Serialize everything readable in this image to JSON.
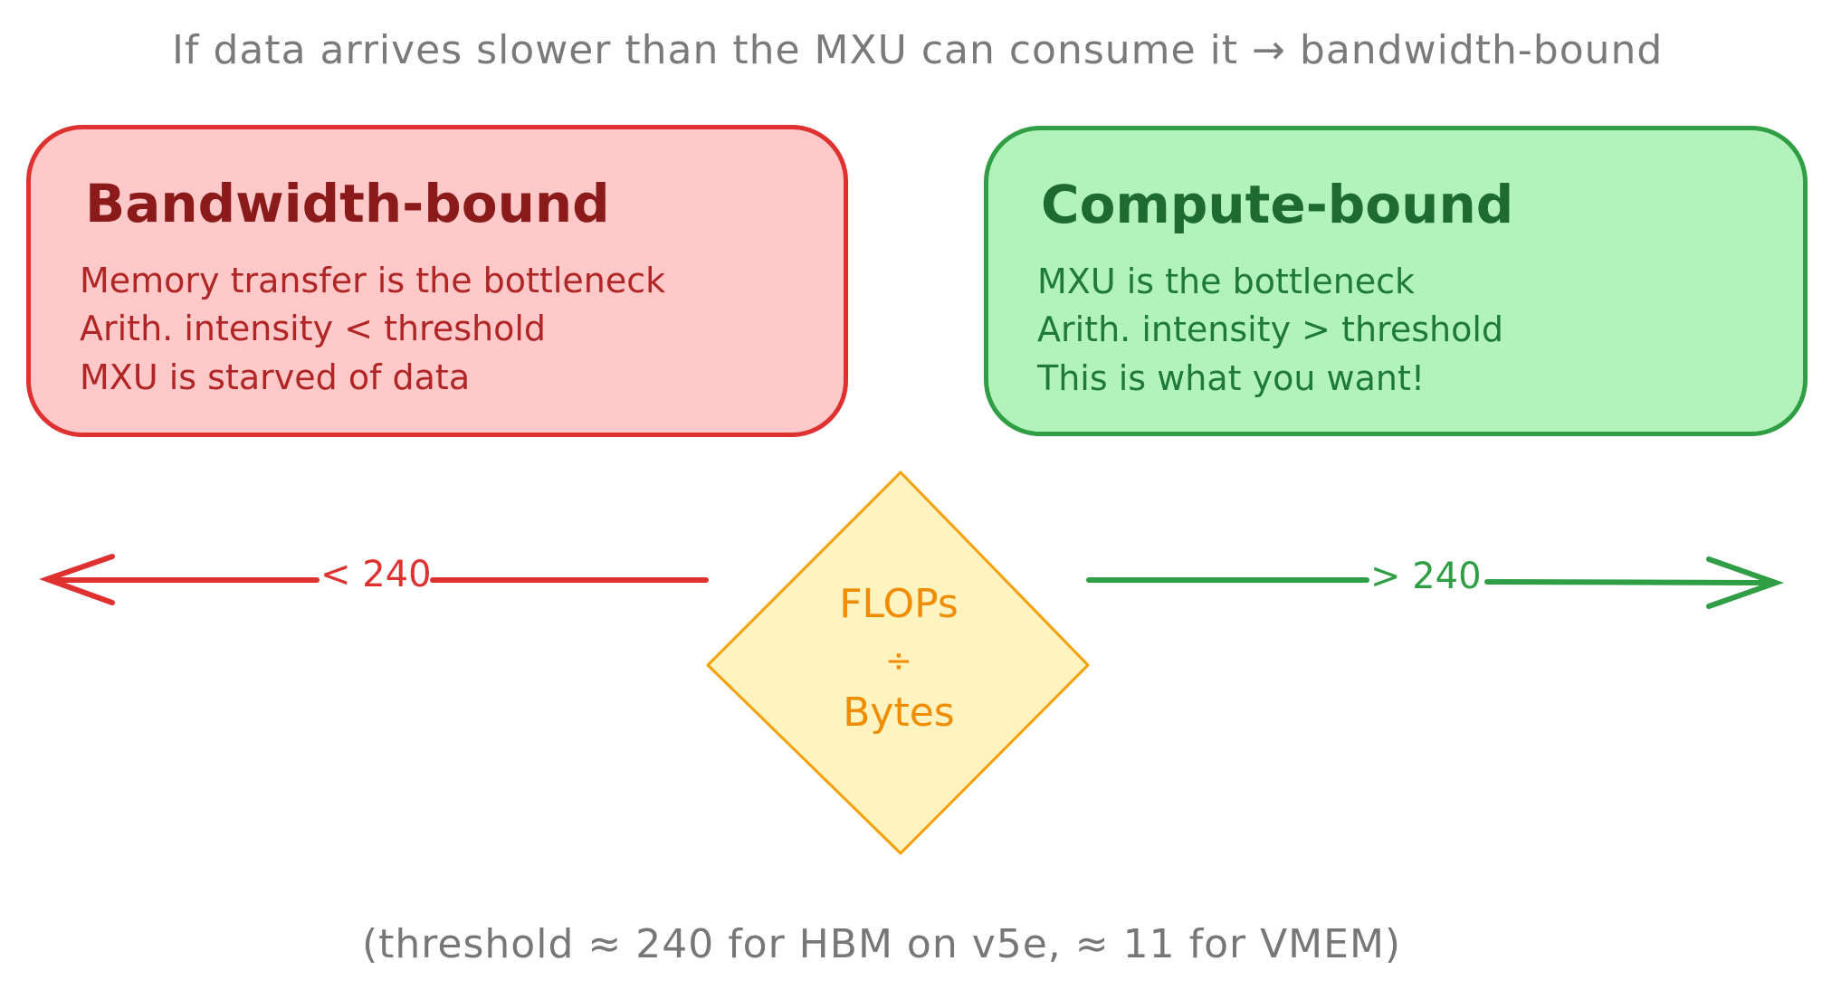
{
  "header": "If data arrives slower than the MXU can consume it → bandwidth-bound",
  "bandwidth_box": {
    "title": "Bandwidth-bound",
    "lines": [
      "Memory transfer is the bottleneck",
      "Arith. intensity < threshold",
      "MXU is starved of data"
    ]
  },
  "compute_box": {
    "title": "Compute-bound",
    "lines": [
      "MXU is the bottleneck",
      "Arith. intensity > threshold",
      "This is what you want!"
    ]
  },
  "decision": {
    "line1": "FLOPs",
    "line2": "÷",
    "line3": "Bytes"
  },
  "arrows": {
    "left_label": "< 240",
    "right_label": "> 240"
  },
  "footer": "(threshold ≈ 240 for HBM on v5e,  ≈ 11 for VMEM)",
  "colors": {
    "bandwidth_fill": "#ffc9c9",
    "bandwidth_stroke": "#e03131",
    "compute_fill": "#b2f2bb",
    "compute_stroke": "#2f9e44",
    "diamond_fill": "#fff3bf",
    "diamond_stroke": "#f59f00"
  }
}
